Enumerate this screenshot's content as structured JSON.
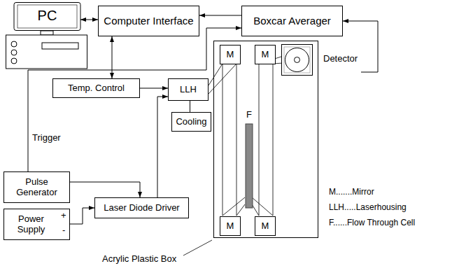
{
  "diagram": {
    "nodes": [
      {
        "text": [
          "PC"
        ]
      },
      {
        "text": [
          "Computer Interface"
        ]
      },
      {
        "text": [
          "Boxcar Averager"
        ]
      },
      {
        "text": [
          "Temp. Control"
        ]
      },
      {
        "text": [
          "LLH"
        ]
      },
      {
        "text": [
          "Cooling"
        ]
      },
      {
        "text": [
          "Acrylic Plastic Box"
        ]
      },
      {
        "text": [
          "M"
        ],
        "in": 6
      },
      {
        "text": [
          "M"
        ],
        "in": 6
      },
      {
        "text": [
          "Detector"
        ],
        "in": 6
      },
      {
        "text": [
          "F"
        ],
        "in": 6
      },
      {
        "text": [
          "M"
        ],
        "in": 6
      },
      {
        "text": [
          "M"
        ],
        "in": 6
      },
      {
        "text": [
          "Pulse Generator"
        ]
      },
      {
        "text": [
          "Power Supply"
        ]
      },
      {
        "text": [
          "Laser Diode Driver"
        ]
      }
    ],
    "edges": [
      {
        "from": 0,
        "to": 1,
        "arrow": "both"
      },
      {
        "from": 2,
        "to": 1,
        "arrow": "to"
      },
      {
        "from": 1,
        "to": 3,
        "arrow": "both"
      },
      {
        "from": 3,
        "to": 4,
        "arrow": "to"
      },
      {
        "from": 4,
        "to": 5,
        "arrow": "none"
      },
      {
        "from": 13,
        "to": 15,
        "arrow": "to"
      },
      {
        "from": 14,
        "to": 15,
        "arrow": "to"
      },
      {
        "from": 15,
        "to": 4,
        "arrow": "to"
      },
      {
        "from": 13,
        "to": 2,
        "label": "Trigger",
        "arrow": "to"
      },
      {
        "from": 9,
        "to": 2,
        "arrow": "to"
      }
    ],
    "labels": [
      "+",
      "-",
      "M.......Mirror",
      "LLH.....Laserhousing",
      "F......Flow Through Cell"
    ]
  }
}
